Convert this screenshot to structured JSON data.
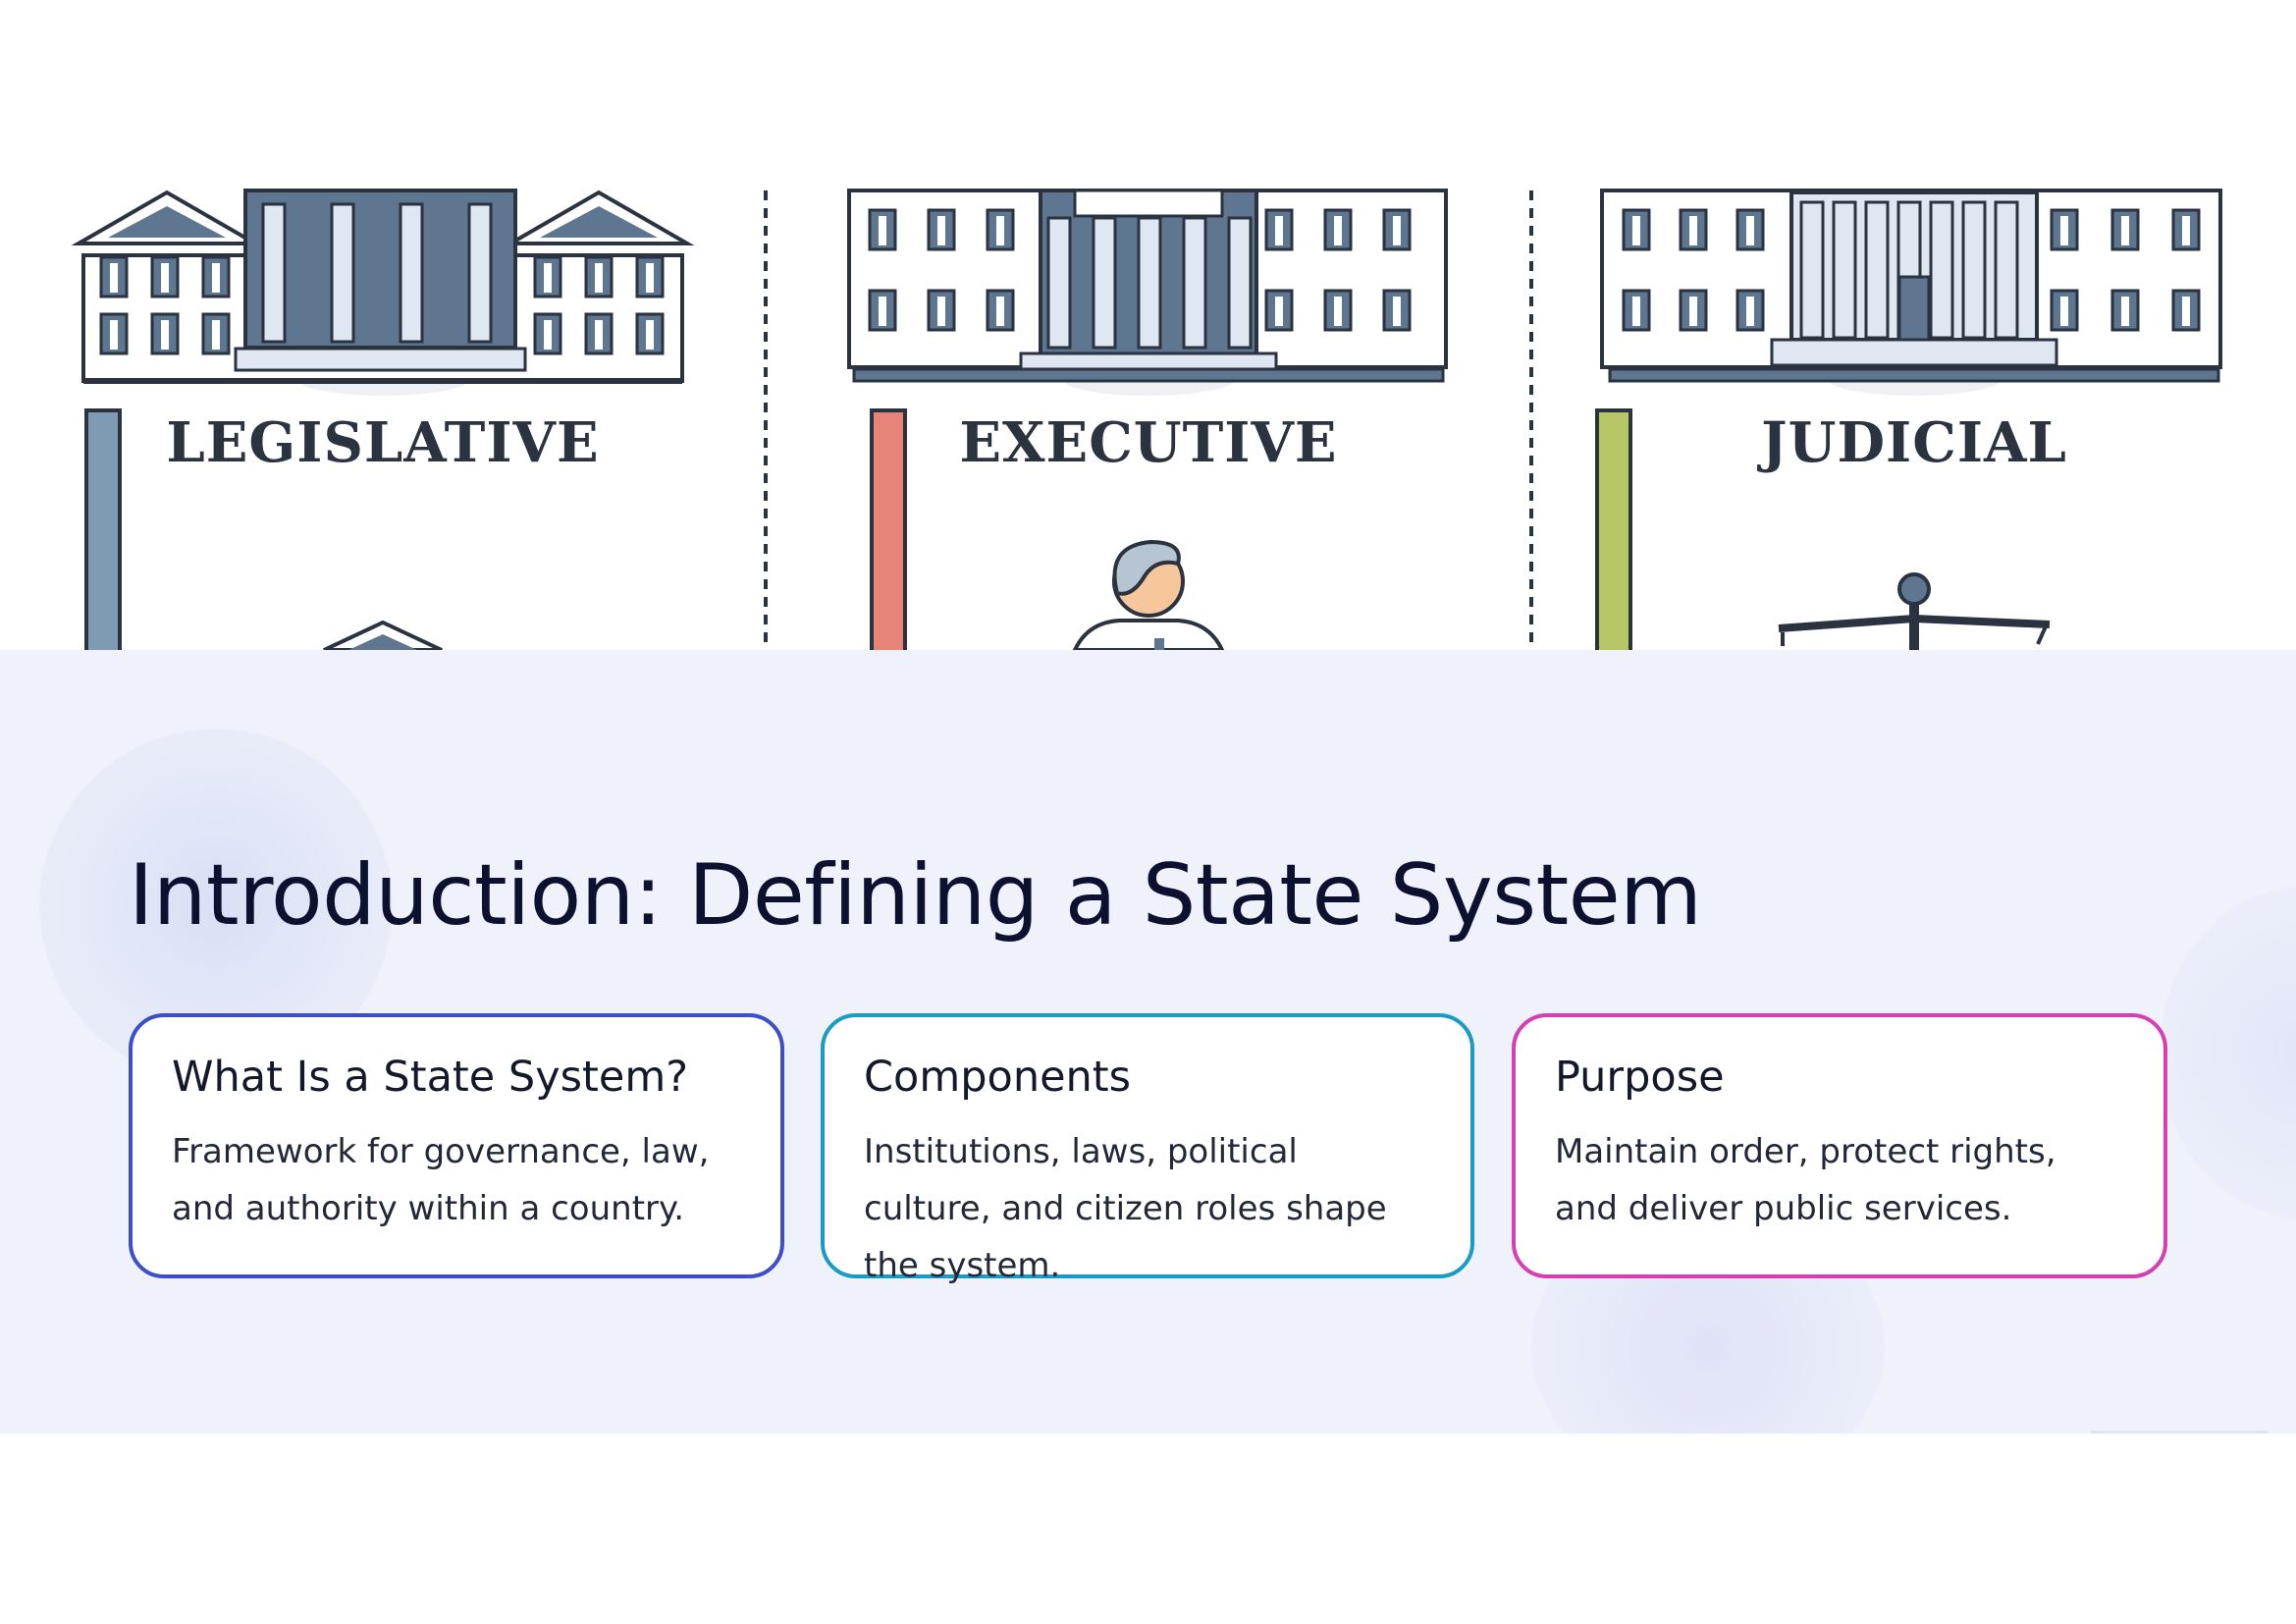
{
  "illustration": {
    "branches": [
      {
        "label": "LEGISLATIVE",
        "accent": "#7e9bb3"
      },
      {
        "label": "EXECUTIVE",
        "accent": "#e68478"
      },
      {
        "label": "JUDICIAL",
        "accent": "#b7c766"
      }
    ],
    "building_color": "#5e7690",
    "outline_color": "#2b3240"
  },
  "content": {
    "title": "Introduction: Defining a State System",
    "cards": [
      {
        "title": "What Is a State System?",
        "body": "Framework for governance, law, and authority within a country.",
        "border": "#3c4fc9"
      },
      {
        "title": "Components",
        "body": "Institutions, laws, political culture, and citizen roles shape the system.",
        "border": "#1b9bc4"
      },
      {
        "title": "Purpose",
        "body": "Maintain order, protect rights, and deliver public services.",
        "border": "#d53fb4"
      }
    ]
  }
}
